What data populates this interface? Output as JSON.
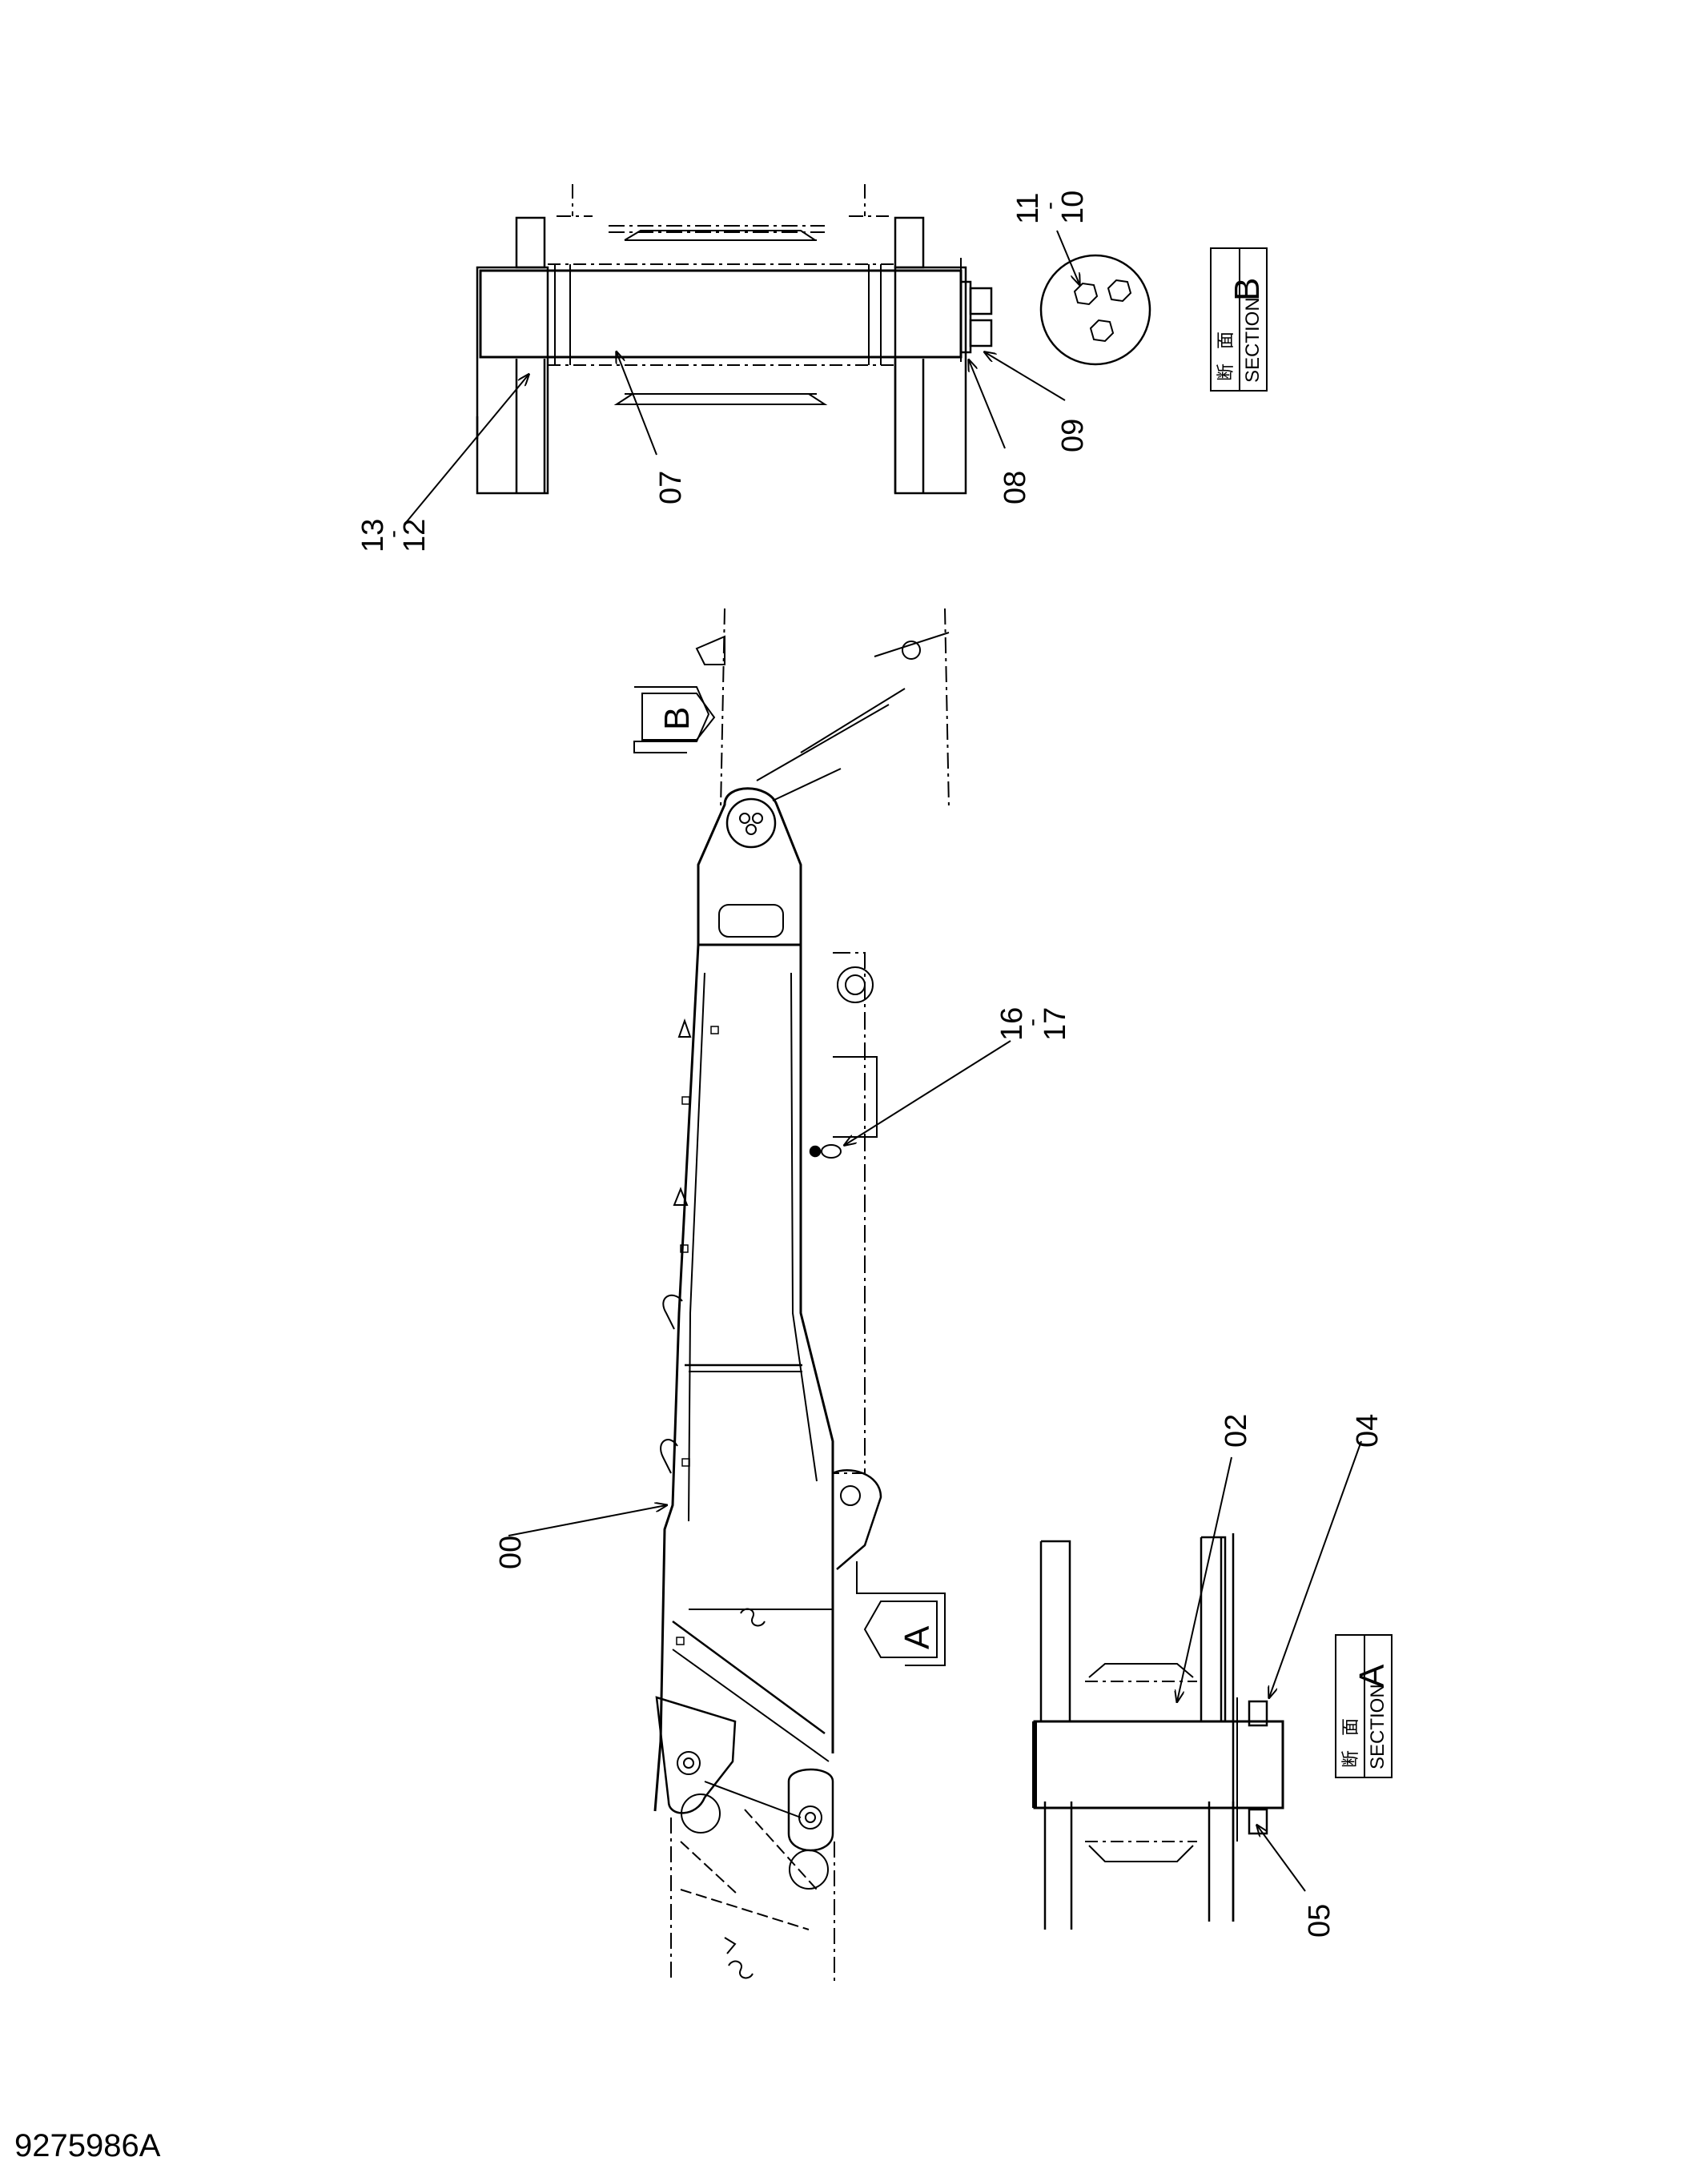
{
  "drawing_number": "9275986A",
  "section_a": {
    "letter": "A",
    "kanji_1": "断",
    "kanji_2": "面",
    "word": "SECTION"
  },
  "section_b": {
    "letter": "B",
    "kanji_1": "断",
    "kanji_2": "面",
    "word": "SECTION"
  },
  "view_markers": {
    "a": "A",
    "b": "B"
  },
  "callouts": {
    "p00": "00",
    "p02": "02",
    "p04": "04",
    "p05": "05",
    "p07": "07",
    "p08": "08",
    "p09": "09",
    "p10_11": "11\n-\n10",
    "p12_13": "13\n-\n12",
    "p16_17": "16\n-\n17"
  }
}
